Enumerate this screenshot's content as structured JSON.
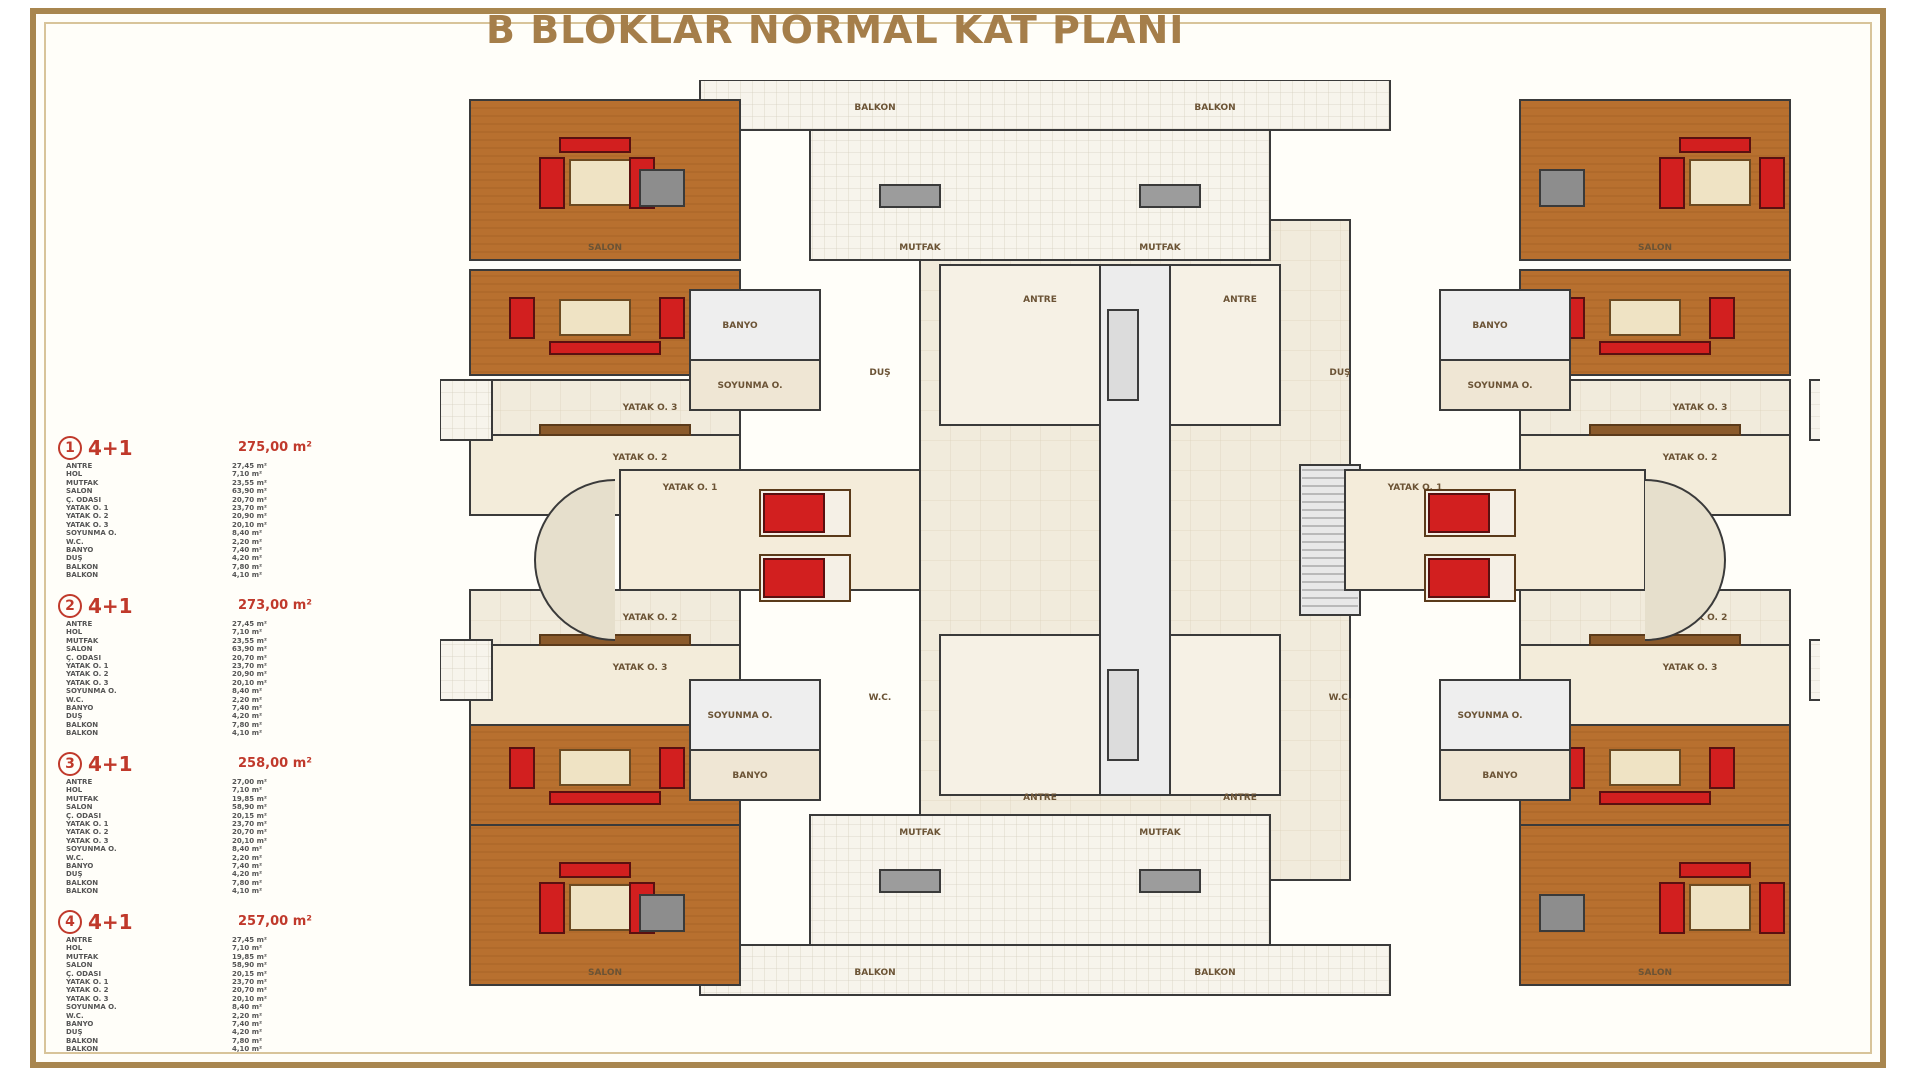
{
  "title": "B BLOKLAR NORMAL KAT PLANI",
  "units": [
    {
      "num": "1",
      "type": "4+1",
      "area": "275,00 m²",
      "rooms": [
        {
          "name": "ANTRE",
          "val": "27,45 m²"
        },
        {
          "name": "HOL",
          "val": "7,10 m²"
        },
        {
          "name": "MUTFAK",
          "val": "23,55 m²"
        },
        {
          "name": "SALON",
          "val": "63,90 m²"
        },
        {
          "name": "Ç. ODASI",
          "val": "20,70 m²"
        },
        {
          "name": "YATAK O. 1",
          "val": "23,70 m²"
        },
        {
          "name": "YATAK O. 2",
          "val": "20,90 m²"
        },
        {
          "name": "YATAK O. 3",
          "val": "20,10 m²"
        },
        {
          "name": "SOYUNMA O.",
          "val": "8,40 m²"
        },
        {
          "name": "W.C.",
          "val": "2,20 m²"
        },
        {
          "name": "BANYO",
          "val": "7,40 m²"
        },
        {
          "name": "DUŞ",
          "val": "4,20 m²"
        },
        {
          "name": "BALKON",
          "val": "7,80 m²"
        },
        {
          "name": "BALKON",
          "val": "4,10 m²"
        }
      ]
    },
    {
      "num": "2",
      "type": "4+1",
      "area": "273,00 m²",
      "rooms": [
        {
          "name": "ANTRE",
          "val": "27,45 m²"
        },
        {
          "name": "HOL",
          "val": "7,10 m²"
        },
        {
          "name": "MUTFAK",
          "val": "23,55 m²"
        },
        {
          "name": "SALON",
          "val": "63,90 m²"
        },
        {
          "name": "Ç. ODASI",
          "val": "20,70 m²"
        },
        {
          "name": "YATAK O. 1",
          "val": "23,70 m²"
        },
        {
          "name": "YATAK O. 2",
          "val": "20,90 m²"
        },
        {
          "name": "YATAK O. 3",
          "val": "20,10 m²"
        },
        {
          "name": "SOYUNMA O.",
          "val": "8,40 m²"
        },
        {
          "name": "W.C.",
          "val": "2,20 m²"
        },
        {
          "name": "BANYO",
          "val": "7,40 m²"
        },
        {
          "name": "DUŞ",
          "val": "4,20 m²"
        },
        {
          "name": "BALKON",
          "val": "7,80 m²"
        },
        {
          "name": "BALKON",
          "val": "4,10 m²"
        }
      ]
    },
    {
      "num": "3",
      "type": "4+1",
      "area": "258,00 m²",
      "rooms": [
        {
          "name": "ANTRE",
          "val": "27,00 m²"
        },
        {
          "name": "HOL",
          "val": "7,10 m²"
        },
        {
          "name": "MUTFAK",
          "val": "19,85 m²"
        },
        {
          "name": "SALON",
          "val": "58,90 m²"
        },
        {
          "name": "Ç. ODASI",
          "val": "20,15 m²"
        },
        {
          "name": "YATAK O. 1",
          "val": "23,70 m²"
        },
        {
          "name": "YATAK O. 2",
          "val": "20,70 m²"
        },
        {
          "name": "YATAK O. 3",
          "val": "20,10 m²"
        },
        {
          "name": "SOYUNMA O.",
          "val": "8,40 m²"
        },
        {
          "name": "W.C.",
          "val": "2,20 m²"
        },
        {
          "name": "BANYO",
          "val": "7,40 m²"
        },
        {
          "name": "DUŞ",
          "val": "4,20 m²"
        },
        {
          "name": "BALKON",
          "val": "7,80 m²"
        },
        {
          "name": "BALKON",
          "val": "4,10 m²"
        }
      ]
    },
    {
      "num": "4",
      "type": "4+1",
      "area": "257,00 m²",
      "rooms": [
        {
          "name": "ANTRE",
          "val": "27,45 m²"
        },
        {
          "name": "HOL",
          "val": "7,10 m²"
        },
        {
          "name": "MUTFAK",
          "val": "19,85 m²"
        },
        {
          "name": "SALON",
          "val": "58,90 m²"
        },
        {
          "name": "Ç. ODASI",
          "val": "20,15 m²"
        },
        {
          "name": "YATAK O. 1",
          "val": "23,70 m²"
        },
        {
          "name": "YATAK O. 2",
          "val": "20,70 m²"
        },
        {
          "name": "YATAK O. 3",
          "val": "20,10 m²"
        },
        {
          "name": "SOYUNMA O.",
          "val": "8,40 m²"
        },
        {
          "name": "W.C.",
          "val": "2,20 m²"
        },
        {
          "name": "BANYO",
          "val": "7,40 m²"
        },
        {
          "name": "DUŞ",
          "val": "4,20 m²"
        },
        {
          "name": "BALKON",
          "val": "7,80 m²"
        },
        {
          "name": "BALKON",
          "val": "4,10 m²"
        }
      ]
    }
  ],
  "plan_labels": {
    "balkon": "BALKON",
    "mutfak": "MUTFAK",
    "antre": "ANTRE",
    "salon": "SALON",
    "banyo": "BANYO",
    "yatak1": "YATAK O. 1",
    "yatak2": "YATAK O. 2",
    "yatak3": "YATAK O. 3",
    "soyunma": "SOYUNMA O.",
    "dus": "DUŞ",
    "wc": "W.C."
  },
  "colors": {
    "frame": "#a8864f",
    "title": "#a57e4a",
    "legend_accent": "#c0392b",
    "wood": "#b8702f",
    "furniture": "#d21f1f",
    "tile": "#f3efe3"
  }
}
